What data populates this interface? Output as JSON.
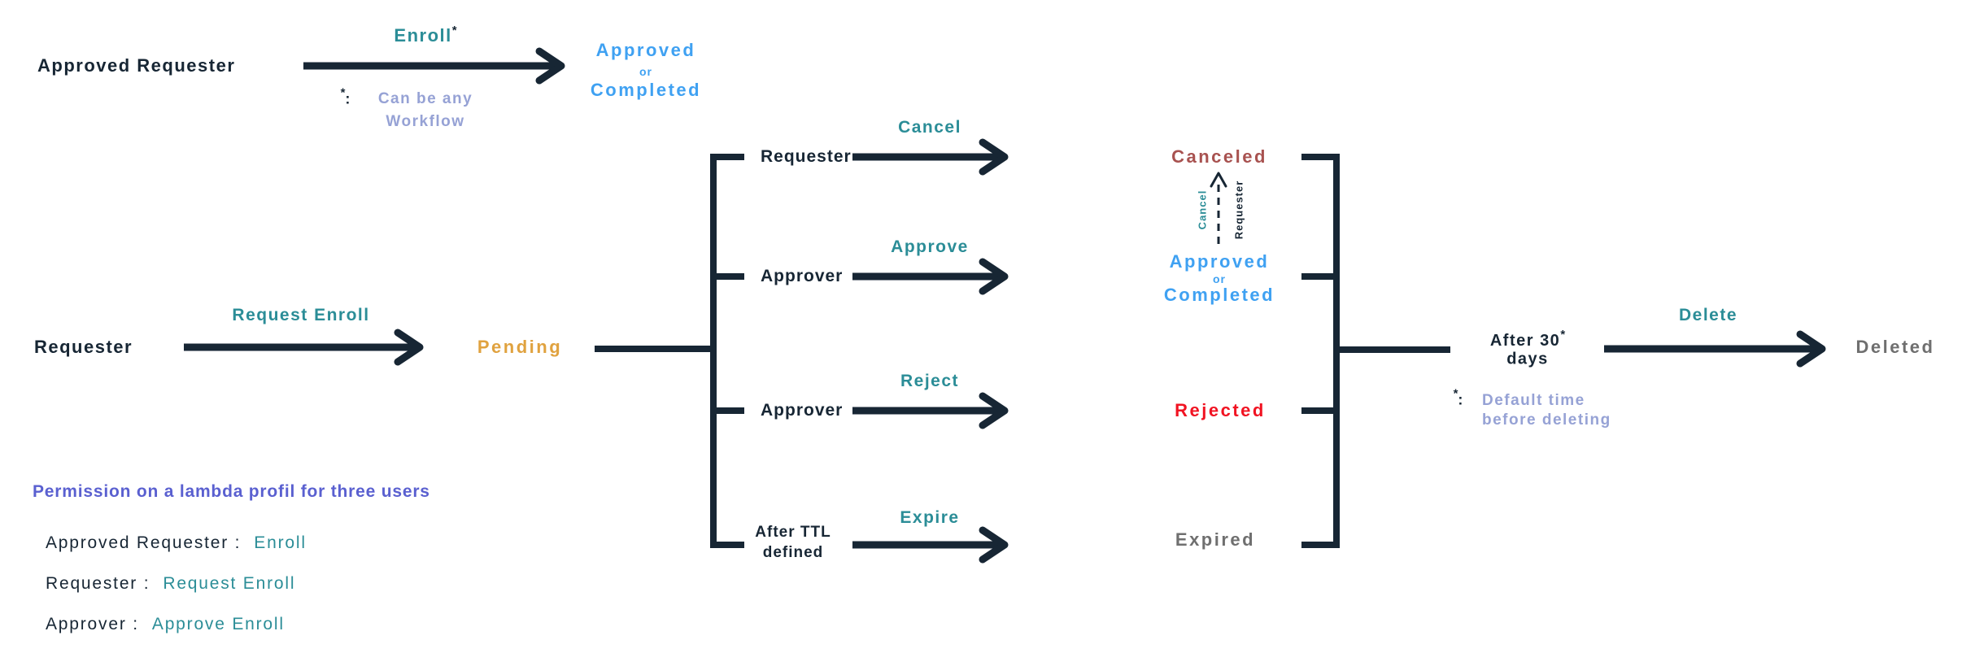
{
  "colors": {
    "line_navy": "#172634",
    "action_teal": "#2B8D97",
    "state_azure": "#3FA1F2",
    "state_orange": "#E0A23F",
    "state_maroon": "#A85250",
    "state_red": "#F11322",
    "state_gray": "#6F6F6F",
    "note_periwinkle": "#96A2D5",
    "title_indigo": "#5A60D0"
  },
  "top_flow": {
    "actor": "Approved Requester",
    "action": "Enroll",
    "asterisk": "*",
    "note": {
      "star": "*",
      "colon": ":",
      "line1": "Can be any",
      "line2": "Workflow"
    },
    "result": {
      "line1": "Approved",
      "or": "or",
      "line2": "Completed"
    }
  },
  "main_flow": {
    "actor": "Requester",
    "action": "Request Enroll",
    "state": "Pending",
    "branches": [
      {
        "actor": "Requester",
        "action": "Cancel",
        "result": "Canceled"
      },
      {
        "actor": "Approver",
        "action": "Approve",
        "result": "Approved",
        "result_or": "or",
        "result2": "Completed"
      },
      {
        "actor": "Approver",
        "action": "Reject",
        "result": "Rejected"
      },
      {
        "actor_line1": "After TTL",
        "actor_line2": "defined",
        "action": "Expire",
        "result": "Expired"
      }
    ],
    "cancel_back": {
      "action": "Cancel",
      "actor": "Requester"
    },
    "after": {
      "line1": "After 30",
      "asterisk": "*",
      "line2": "days"
    },
    "after_note": {
      "star": "*",
      "colon": ":",
      "line1": "Default time",
      "line2": "before deleting"
    },
    "delete_action": "Delete",
    "deleted_state": "Deleted"
  },
  "legend": {
    "title": "Permission on a lambda profil for three users",
    "rows": [
      {
        "label": "Approved Requester :",
        "value": "Enroll"
      },
      {
        "label": "Requester :",
        "value": "Request Enroll"
      },
      {
        "label": "Approver :",
        "value": "Approve Enroll"
      }
    ]
  }
}
